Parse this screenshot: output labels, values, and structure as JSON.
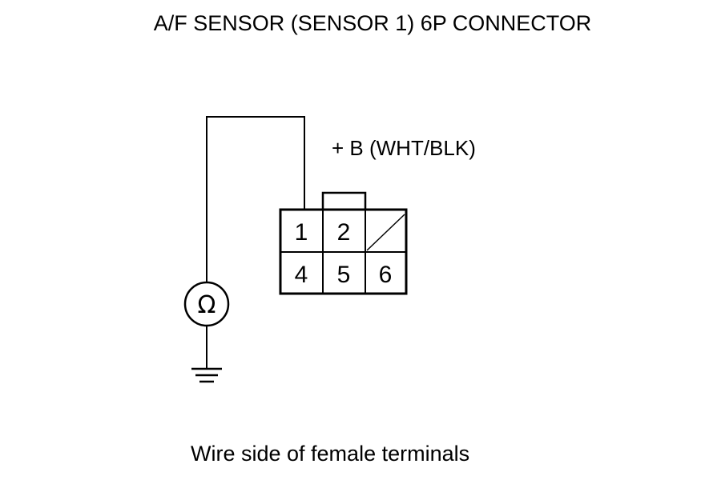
{
  "title": "A/F SENSOR (SENSOR 1) 6P CONNECTOR",
  "wire_label": "+ B (WHT/BLK)",
  "caption": "Wire side of female terminals",
  "connector": {
    "pins": {
      "p1": "1",
      "p2": "2",
      "p4": "4",
      "p5": "5",
      "p6": "6"
    },
    "empty_cavity": "pin-3-not-used"
  },
  "meter": {
    "symbol": "Ω",
    "icon": "ohmmeter-icon"
  },
  "ground": {
    "icon": "ground-icon"
  },
  "colors": {
    "line": "#000000",
    "background": "#ffffff"
  }
}
